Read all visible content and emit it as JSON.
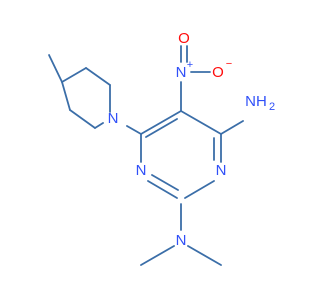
{
  "molecule": {
    "atoms": {
      "nitro_N": "N",
      "nitro_N_charge": "+",
      "nitro_O_top": "O",
      "nitro_O_right": "O",
      "nitro_O_charge": "−",
      "amine_NH2": "NH",
      "amine_NH2_sub": "2",
      "ring_N_left": "N",
      "ring_N_right": "N",
      "piperidine_N": "N",
      "dimethylamino_N": "N"
    },
    "colors": {
      "nitrogen": "#3050F8",
      "oxygen": "#FF0D0D",
      "bond": "#3b6ea8"
    }
  }
}
